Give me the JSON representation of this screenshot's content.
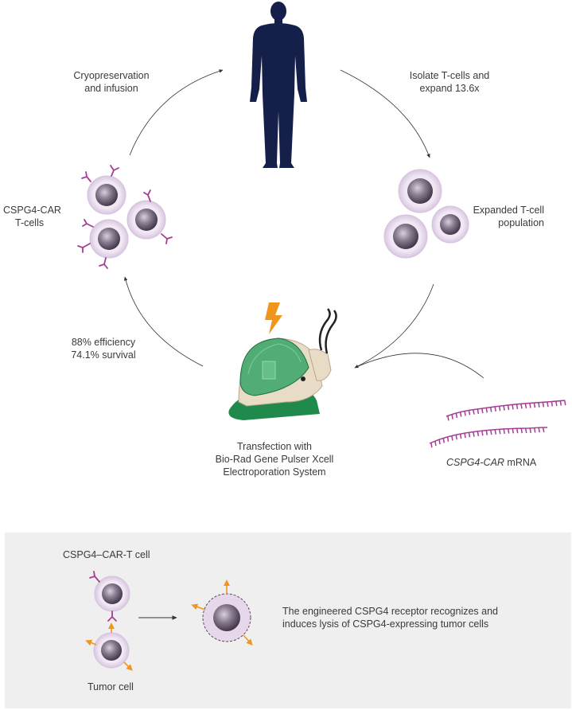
{
  "cycle": {
    "step_isolate": [
      "Isolate T-cells and",
      "expand 13.6x"
    ],
    "step_expanded": [
      "Expanded T-cell",
      "population"
    ],
    "step_transfection": [
      "Transfection with",
      "Bio-Rad Gene Pulser Xcell",
      "Electroporation System"
    ],
    "step_efficiency": [
      "88% efficiency",
      "74.1% survival"
    ],
    "step_car_cells": [
      "CSPG4-CAR",
      "T-cells"
    ],
    "step_cryo": [
      "Cryopreservation",
      "and infusion"
    ],
    "mrna_label_italic": "CSPG4-CAR",
    "mrna_label_rest": " mRNA"
  },
  "panel": {
    "car_t_label": "CSPG4–CAR-T cell",
    "tumor_label": "Tumor cell",
    "description": [
      "The engineered CSPG4 receptor recognizes and",
      "induces lysis of CSPG4-expressing tumor cells"
    ]
  },
  "colors": {
    "human": "#141f4a",
    "receptor": "#a63c94",
    "antigen": "#f0961e",
    "bolt": "#f0961e",
    "device_green": "#1f8a4c",
    "panel_bg": "#efefef"
  },
  "icons": [
    "human-silhouette-icon",
    "lightning-bolt-icon",
    "electroporation-device-icon"
  ]
}
